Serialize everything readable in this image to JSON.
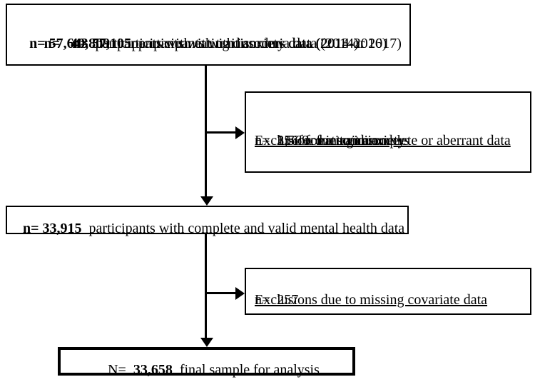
{
  "diagram": {
    "title": "Participant flow diagram",
    "type": "flowchart",
    "boxes": {
      "source": {
        "name": "source-population-box",
        "lines": [
          {
            "prefix": "n=",
            "value": "40,809",
            "text": "participants with trait anxiety data (2013-2016)"
          },
          {
            "prefix": "n=",
            "value": "57,105",
            "text": "participants with insomnia data (2014)"
          },
          {
            "prefix": "n=",
            "value": "57,643",
            "text": "participants with eating disorders data (2014 or 2017)"
          }
        ]
      },
      "exclusion_1": {
        "name": "exclusion-incomplete-box",
        "heading": "Exclusion due to incomplete or aberrant data",
        "lines": [
          {
            "prefix": "n=",
            "value": "1,569",
            "text": "for trait anxiety"
          },
          {
            "prefix": "n=",
            "value": "356",
            "text": "for insomnia"
          },
          {
            "prefix": "n=",
            "value": "21",
            "text": "for eating disorders"
          }
        ]
      },
      "complete": {
        "name": "complete-valid-box",
        "prefix": "n=",
        "value": "33,915",
        "text": "participants with complete and valid mental health data"
      },
      "exclusion_2": {
        "name": "exclusion-covariate-box",
        "heading": "Exclusions due to missing covariate data",
        "lines": [
          {
            "prefix": "n=",
            "value": "257",
            "text": ""
          }
        ]
      },
      "final": {
        "name": "final-sample-box",
        "prefix": "N=",
        "value": "33,658",
        "text": "final sample for analysis"
      }
    },
    "colors": {
      "stroke": "#000000",
      "background": "#ffffff",
      "text": "#000000"
    }
  }
}
